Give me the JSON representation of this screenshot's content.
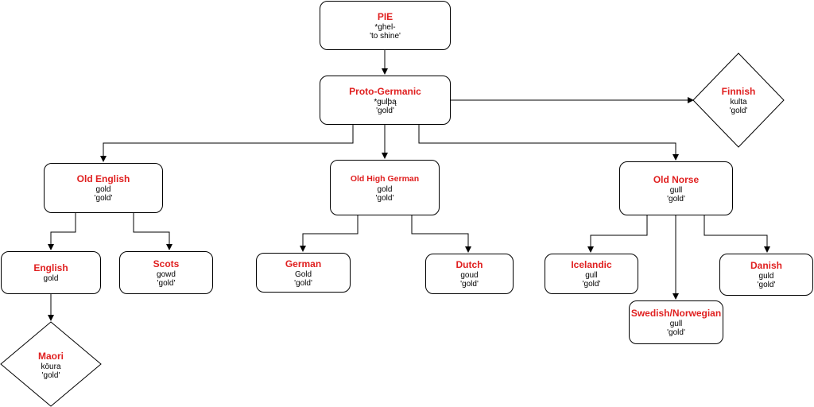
{
  "colors": {
    "name": "#e02020",
    "text": "#000000",
    "stroke": "#000000",
    "background": "#ffffff"
  },
  "nodes": {
    "pie": {
      "name": "PIE",
      "l1": "*ghel-",
      "l2": "'to shine'"
    },
    "proto": {
      "name": "Proto-Germanic",
      "l1": "*gulþą",
      "l2": "'gold'"
    },
    "finnish": {
      "name": "Finnish",
      "l1": "kulta",
      "l2": "'gold'"
    },
    "oe": {
      "name": "Old English",
      "l1": "gold",
      "l2": "'gold'"
    },
    "ohg": {
      "name": "Old High German",
      "l1": "gold",
      "l2": "'gold'"
    },
    "on": {
      "name": "Old Norse",
      "l1": "gull",
      "l2": "'gold'"
    },
    "english": {
      "name": "English",
      "l1": "gold"
    },
    "scots": {
      "name": "Scots",
      "l1": "gowd",
      "l2": "'gold'"
    },
    "german": {
      "name": "German",
      "l1": "Gold",
      "l2": "'gold'"
    },
    "dutch": {
      "name": "Dutch",
      "l1": "goud",
      "l2": "'gold'"
    },
    "icelandic": {
      "name": "Icelandic",
      "l1": "gull",
      "l2": "'gold'"
    },
    "swnor": {
      "name": "Swedish/Norwegian",
      "l1": "gull",
      "l2": "'gold'"
    },
    "danish": {
      "name": "Danish",
      "l1": "guld",
      "l2": "'gold'"
    },
    "maori": {
      "name": "Maori",
      "l1": "kōura",
      "l2": "'gold'"
    }
  }
}
